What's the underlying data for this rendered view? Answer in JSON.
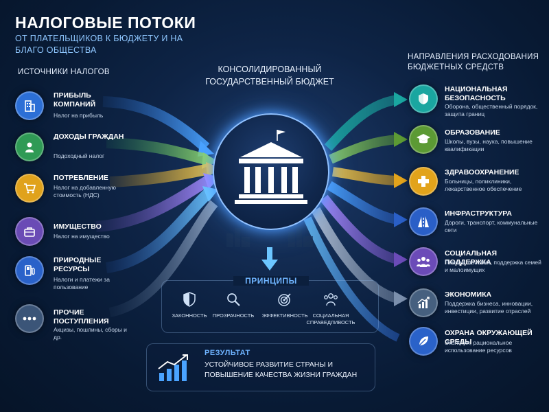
{
  "header": {
    "title": "НАЛОГОВЫЕ ПОТОКИ",
    "subtitle": "ОТ ПЛАТЕЛЬЩИКОВ К БЮДЖЕТУ И НА БЛАГО ОБЩЕСТВА"
  },
  "sources": {
    "heading": "ИСТОЧНИКИ НАЛОГОВ",
    "items": [
      {
        "title": "ПРИБЫЛЬ КОМПАНИЙ",
        "desc": "Налог на прибыль",
        "icon": "building-icon",
        "color": "#2c6fd6"
      },
      {
        "title": "ДОХОДЫ ГРАЖДАН",
        "desc": "Подоходный налог",
        "icon": "person-icon",
        "color": "#2f9a55"
      },
      {
        "title": "ПОТРЕБЛЕНИЕ",
        "desc": "Налог на добавленную стоимость (НДС)",
        "icon": "cart-icon",
        "color": "#e0a21c"
      },
      {
        "title": "ИМУЩЕСТВО",
        "desc": "Налог на имущество",
        "icon": "briefcase-icon",
        "color": "#6a4bb5"
      },
      {
        "title": "ПРИРОДНЫЕ РЕСУРСЫ",
        "desc": "Налоги и платежи за пользование",
        "icon": "fuel-pump-icon",
        "color": "#2a62c9"
      },
      {
        "title": "ПРОЧИЕ ПОСТУПЛЕНИЯ",
        "desc": "Акцизы, пошлины, сборы и др.",
        "icon": "more-dots-icon",
        "color": "#3b5578"
      }
    ]
  },
  "budget": {
    "title": "КОНСОЛИДИРОВАННЫЙ ГОСУДАРСТВЕННЫЙ БЮДЖЕТ",
    "icon": "government-building-icon"
  },
  "destinations": {
    "heading": "НАПРАВЛЕНИЯ РАСХОДОВАНИЯ БЮДЖЕТНЫХ СРЕДСТВ",
    "items": [
      {
        "title": "НАЦИОНАЛЬНАЯ БЕЗОПАСНОСТЬ",
        "desc": "Оборона, общественный порядок, защита границ",
        "icon": "shield-icon",
        "color": "#1aa6a0"
      },
      {
        "title": "ОБРАЗОВАНИЕ",
        "desc": "Школы, вузы, наука, повышение квалификации",
        "icon": "graduation-cap-icon",
        "color": "#5c9a34"
      },
      {
        "title": "ЗДРАВООХРАНЕНИЕ",
        "desc": "Больницы, поликлиники, лекарственное обеспечение",
        "icon": "medical-cross-icon",
        "color": "#e2a31b"
      },
      {
        "title": "ИНФРАСТРУКТУРА",
        "desc": "Дороги, транспорт, коммунальные сети",
        "icon": "road-icon",
        "color": "#2a5fc7"
      },
      {
        "title": "СОЦИАЛЬНАЯ ПОДДЕРЖКА",
        "desc": "Пенсии, пособия, поддержка семей и малоимущих",
        "icon": "people-group-icon",
        "color": "#6b4bb8"
      },
      {
        "title": "ЭКОНОМИКА",
        "desc": "Поддержка бизнеса, инновации, инвестиции, развитие отраслей",
        "icon": "growth-chart-icon",
        "color": "#46607f"
      },
      {
        "title": "ОХРАНА ОКРУЖАЮЩЕЙ СРЕДЫ",
        "desc": "Экология, рациональное использование ресурсов",
        "icon": "leaf-icon",
        "color": "#2a62c9"
      }
    ]
  },
  "principles": {
    "title": "ПРИНЦИПЫ",
    "items": [
      {
        "label": "ЗАКОННОСТЬ",
        "icon": "shield-check-icon"
      },
      {
        "label": "ПРОЗРАЧНОСТЬ",
        "icon": "magnifier-icon"
      },
      {
        "label": "ЭФФЕКТИВНОСТЬ",
        "icon": "target-icon"
      },
      {
        "label": "СОЦИАЛЬНАЯ СПРАВЕДЛИВОСТЬ",
        "icon": "people-icon"
      }
    ]
  },
  "result": {
    "title": "РЕЗУЛЬТАТ",
    "text": "УСТОЙЧИВОЕ РАЗВИТИЕ СТРАНЫ И ПОВЫШЕНИЕ КАЧЕСТВА ЖИЗНИ ГРАЖДАН",
    "icon": "rising-bars-icon"
  },
  "colors": {
    "accent": "#6fb4ff",
    "background": "#0b1f3d"
  }
}
